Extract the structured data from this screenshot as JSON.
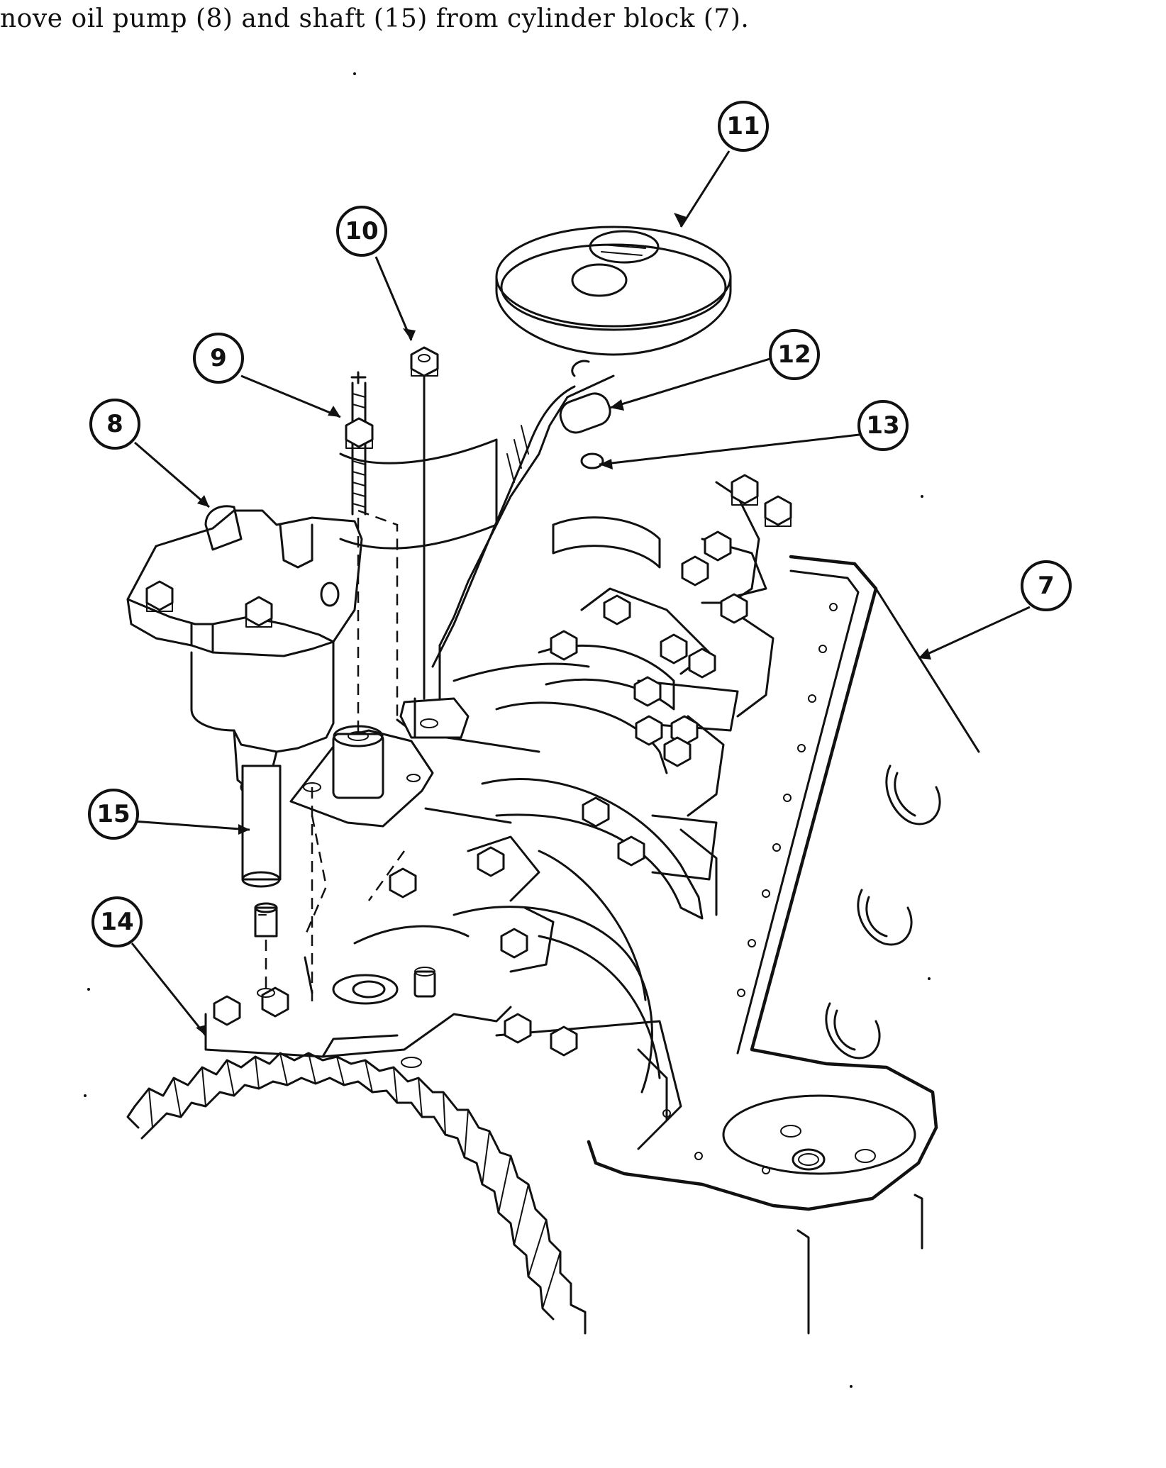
{
  "instruction": "nove oil pump (8) and shaft (15) from cylinder block (7).",
  "callouts": {
    "c7": "7",
    "c8": "8",
    "c9": "9",
    "c10": "10",
    "c11": "11",
    "c12": "12",
    "c13": "13",
    "c14": "14",
    "c15": "15"
  },
  "parts_referenced": [
    {
      "ref": "7",
      "name": "cylinder block"
    },
    {
      "ref": "8",
      "name": "oil pump"
    },
    {
      "ref": "15",
      "name": "shaft"
    }
  ]
}
